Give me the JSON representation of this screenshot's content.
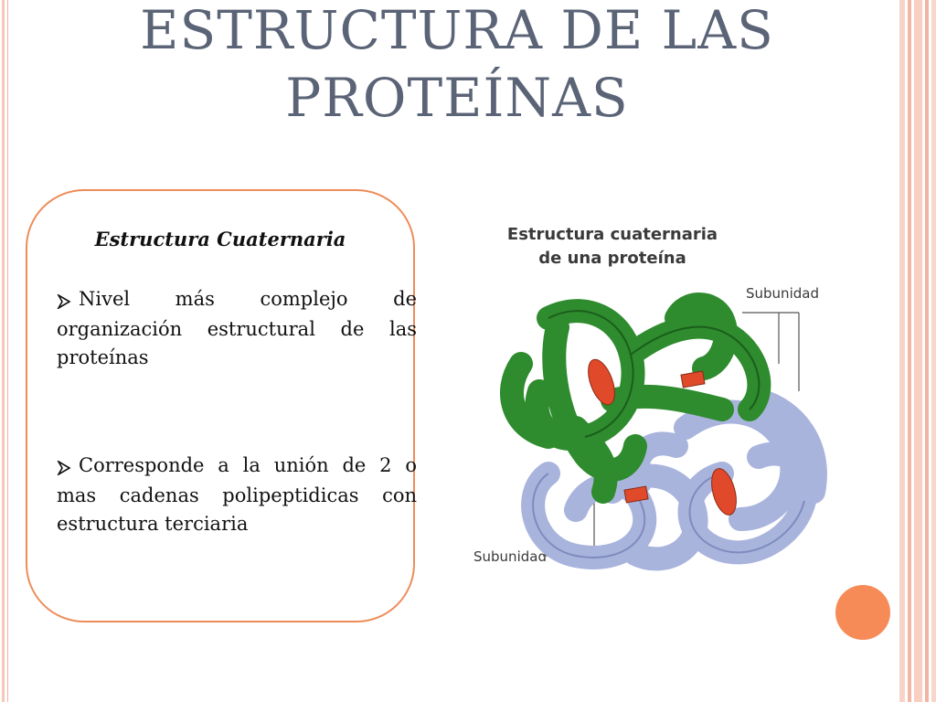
{
  "slide": {
    "title": "ESTRUCTURA DE LAS PROTEÍNAS",
    "title_line1": "ESTRUCTURA DE LAS",
    "title_line2": "PROTEÍNAS"
  },
  "panel": {
    "heading": "Estructura Cuaternaria",
    "bullets": [
      "Nivel más complejo de organización estructural de las proteínas",
      "Corresponde a la unión de 2 o mas cadenas polipeptidicas con estructura terciaria"
    ]
  },
  "figure": {
    "caption_line1": "Estructura cuaternaria",
    "caption_line2": "de una proteína",
    "label_top": "Subunidad",
    "label_bottom": "Subunidad"
  },
  "colors": {
    "title": "#5b6477",
    "panel_border": "#ee8c59",
    "accent_dot": "#f68b58",
    "subunit_green": "#2e8b2e",
    "subunit_blue": "#a9b4dd",
    "heme_red": "#e04a2a"
  },
  "icons": {
    "bullet": "arrow-right-icon"
  }
}
